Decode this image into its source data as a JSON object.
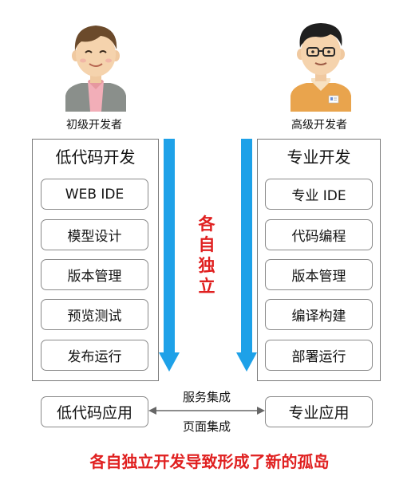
{
  "left": {
    "role_label": "初级开发者",
    "panel_title": "低代码开发",
    "steps": [
      "WEB IDE",
      "模型设计",
      "版本管理",
      "预览测试",
      "发布运行"
    ],
    "outcome": "低代码应用"
  },
  "right": {
    "role_label": "高级开发者",
    "panel_title": "专业开发",
    "steps": [
      "专业 IDE",
      "代码编程",
      "版本管理",
      "编译构建",
      "部署运行"
    ],
    "outcome": "专业应用"
  },
  "middle_text": [
    "各",
    "自",
    "独",
    "立"
  ],
  "link_top": "服务集成",
  "link_bottom": "页面集成",
  "caption": "各自独立开发导致形成了新的孤岛",
  "colors": {
    "arrow_blue": "#1ea1e8",
    "emphasis_red": "#e02020"
  },
  "icons": {
    "left_avatar": "junior-developer-avatar-icon",
    "right_avatar": "senior-developer-avatar-icon"
  }
}
